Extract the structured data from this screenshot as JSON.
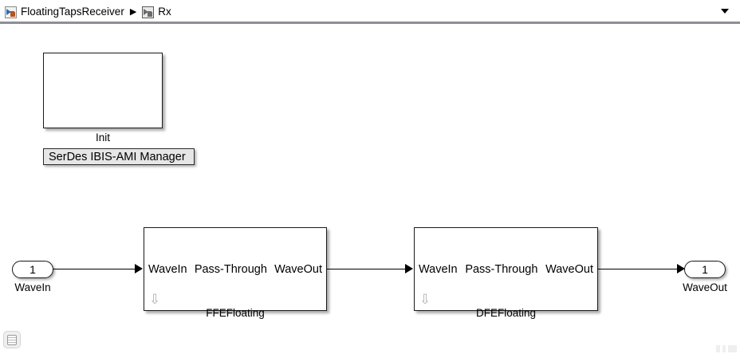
{
  "breadcrumb": {
    "items": [
      {
        "label": "FloatingTapsReceiver",
        "icon": "simulink-model-icon"
      },
      {
        "label": "Rx",
        "icon": "subsystem-icon"
      }
    ],
    "separator": "▶",
    "dropdown_icon": "chevron-down-icon"
  },
  "canvas": {
    "init_block": {
      "label": "Init",
      "body_text": ""
    },
    "annotation_button": {
      "label": "SerDes IBIS-AMI Manager"
    },
    "input_port": {
      "number": "1",
      "label": "WaveIn"
    },
    "output_port": {
      "number": "1",
      "label": "WaveOut"
    },
    "blocks": [
      {
        "name": "FFEFloating",
        "in_label": "WaveIn",
        "mid_label": "Pass-Through",
        "out_label": "WaveOut",
        "mask_icon": "⇩"
      },
      {
        "name": "DFEFloating",
        "in_label": "WaveIn",
        "mid_label": "Pass-Through",
        "out_label": "WaveOut",
        "mask_icon": "⇩"
      }
    ]
  },
  "status_bar": {
    "layers_icon": "layers-stack-icon",
    "resize_grip_icon": "resize-grip-icon"
  },
  "colors": {
    "canvas_background": "#ffffff",
    "block_border": "#1a1a1a",
    "bar_separator": "#8d8f99",
    "annotation_fill": "#e6e6e6",
    "mask_arrow": "#b0b0b0",
    "model_icon_blue": "#2a6fb5",
    "model_icon_orange": "#b5541e"
  }
}
